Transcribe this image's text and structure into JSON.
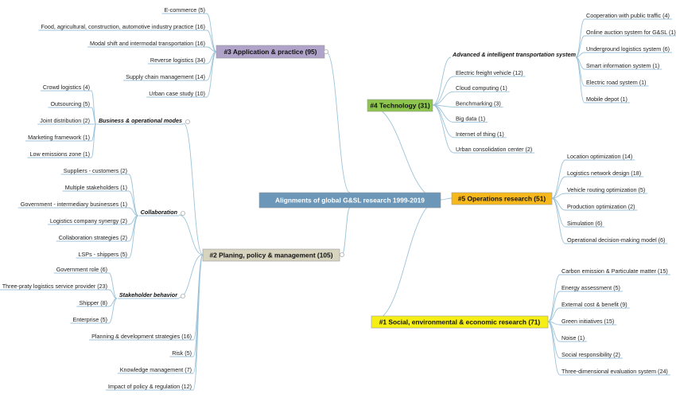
{
  "root": {
    "label": "Alignments of global G&SL research 1999-2019"
  },
  "branches": {
    "application": {
      "label": "#3 Application & practice (95)",
      "color": "#b0a3c9",
      "leaves": [
        "E-commerce (5)",
        "Food, agricultural, construction, automotive industry practice (16)",
        "Modal shift and intermodal transportation (16)",
        "Reverse logistics (34)",
        "Supply chain management (14)",
        "Urban case study (10)"
      ]
    },
    "technology": {
      "label": "#4 Technology (31)",
      "color": "#8dc54f",
      "sub": {
        "label": "Advanced & intelligent transportation system",
        "leaves": [
          "Cooperation with public traffic (4)",
          "Online auction system for G&SL (1)",
          "Underground logistics system (6)",
          "Smart information system (1)",
          "Electric road system (1)",
          "Mobile depot (1)"
        ]
      },
      "leaves": [
        "Electric freight vehicle (12)",
        "Cloud computing (1)",
        "Benchmarking (3)",
        "Big data (1)",
        "Internet of thing (1)",
        "Urban consolidation center (2)"
      ]
    },
    "operations": {
      "label": "#5 Operations research (51)",
      "color": "#f7b81b",
      "leaves": [
        "Location optimization (14)",
        "Logistics network design (18)",
        "Vehicle routing optimization (5)",
        "Production optimization (2)",
        "Simulation (6)",
        "Operational decision-making model (6)"
      ]
    },
    "social": {
      "label": "#1 Social, environmental & economic research (71)",
      "color": "#f5ef15",
      "leaves": [
        "Carbon emission & Particulate matter (15)",
        "Energy assessment (5)",
        "External cost & benefit (9)",
        "Green initiatives (15)",
        "Noise (1)",
        "Social responsibility (2)",
        "Three-dimensional evaluation system (24)"
      ]
    },
    "policy": {
      "label": "#2 Planing, policy & management (105)",
      "color": "#d6d3bf",
      "subs": [
        {
          "label": "Business & operational modes",
          "leaves": [
            "Crowd logistics (4)",
            "Outsourcing (5)",
            "Joint distribution (2)",
            "Marketing framework (1)",
            "Low emissions zone (1)"
          ]
        },
        {
          "label": "Collaboration",
          "leaves": [
            "Suppliers - customers (2)",
            "Multiple stakeholders (1)",
            "Government - intermediary businesses (1)",
            "Logistics company synergy (2)",
            "Collaboration strategies (2)",
            "LSPs - shippers (5)"
          ]
        },
        {
          "label": "Stakeholder behavior",
          "leaves": [
            "Government role (6)",
            "Three-praty logistics service provider (23)",
            "Shipper (8)",
            "Enterprise (5)"
          ]
        }
      ],
      "leaves": [
        "Planning & development strategies (16)",
        "Risk (5)",
        "Knowledge management (7)",
        "Impact of policy & regulation (12)"
      ]
    }
  },
  "colors": {
    "root": "#6c97b8",
    "link": "#9cc3d9"
  }
}
